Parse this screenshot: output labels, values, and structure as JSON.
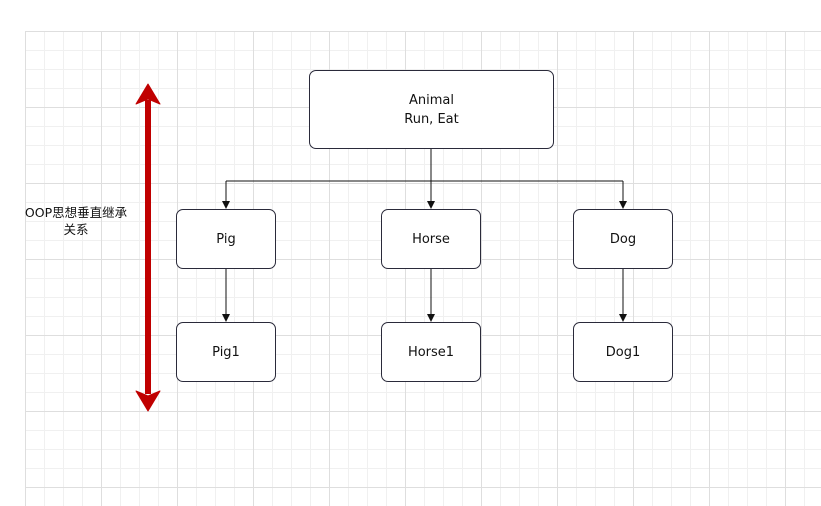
{
  "diagram": {
    "nodes": {
      "animal": {
        "line1": "Animal",
        "line2": "Run, Eat"
      },
      "pig": "Pig",
      "horse": "Horse",
      "dog": "Dog",
      "pig1": "Pig1",
      "horse1": "Horse1",
      "dog1": "Dog1"
    },
    "side_label": {
      "line1": "OOP思想垂直继承",
      "line2": "关系"
    },
    "edges": [
      {
        "from": "Animal",
        "to": "Pig"
      },
      {
        "from": "Animal",
        "to": "Horse"
      },
      {
        "from": "Animal",
        "to": "Dog"
      },
      {
        "from": "Pig",
        "to": "Pig1"
      },
      {
        "from": "Horse",
        "to": "Horse1"
      },
      {
        "from": "Dog",
        "to": "Dog1"
      }
    ],
    "colors": {
      "arrow_accent": "#c00000",
      "node_border": "#2a2a3a",
      "connector": "#111111"
    }
  }
}
